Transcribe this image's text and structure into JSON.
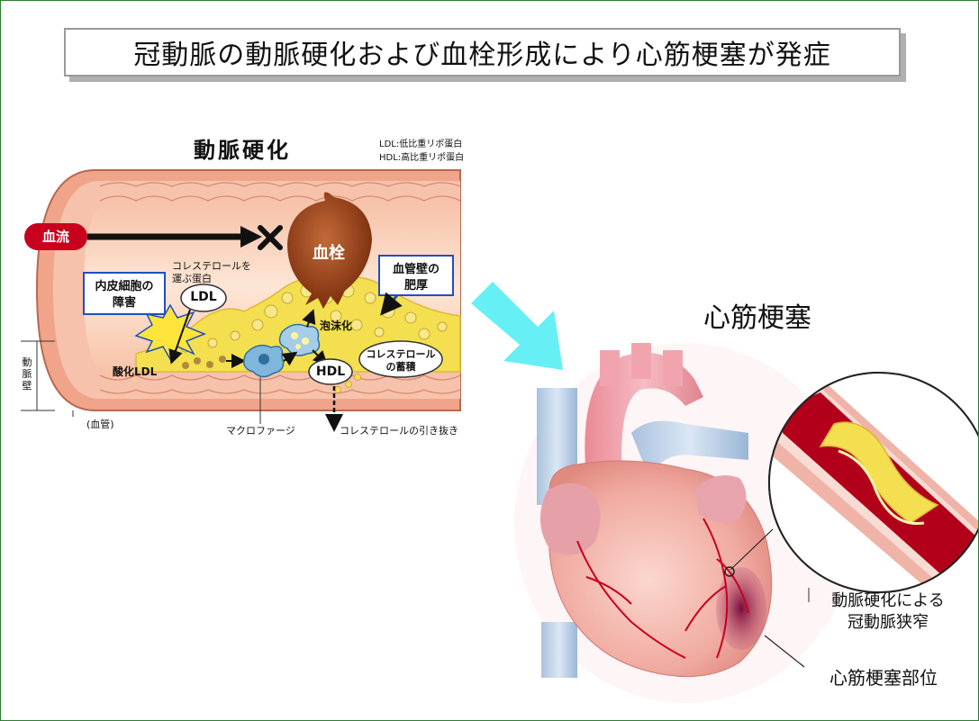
{
  "slide_title": "冠動脈の動脈硬化および血栓形成により心筋梗塞が発症",
  "artery": {
    "heading": "動脈硬化",
    "legend_ldl": "LDL:低比重リポ蛋白",
    "legend_hdl": "HDL:高比重リポ蛋白",
    "blood_flow": "血流",
    "thrombus": "血栓",
    "endothelial_damage_line1": "内皮細胞の",
    "endothelial_damage_line2": "障害",
    "carrier_protein_line1": "コレステロールを",
    "carrier_protein_line2": "運ぶ蛋白",
    "ldl": "LDL",
    "oxidized_ldl": "酸化LDL",
    "wall_thickening_line1": "血管壁の",
    "wall_thickening_line2": "肥厚",
    "foam_cells": "泡沫化",
    "cholesterol_accum_line1": "コレステロール",
    "cholesterol_accum_line2": "の蓄積",
    "hdl": "HDL",
    "macrophage": "マクロファージ",
    "cholesterol_removal": "コレステロールの引き抜き",
    "vessel_wall": "動脈壁",
    "vessel": "(血管)"
  },
  "heart": {
    "heading": "心筋梗塞",
    "stenosis_line1": "動脈硬化による",
    "stenosis_line2": "冠動脈狭窄",
    "infarct_site": "心筋梗塞部位"
  },
  "colors": {
    "arrow_cyan": "#66f0f5",
    "blood_red": "#c8001e",
    "wall_pink": "#f5b9a3",
    "plaque_yellow": "#f3df4f",
    "clot_brown": "#8a3a12",
    "frame_green": "#2e7d32"
  }
}
